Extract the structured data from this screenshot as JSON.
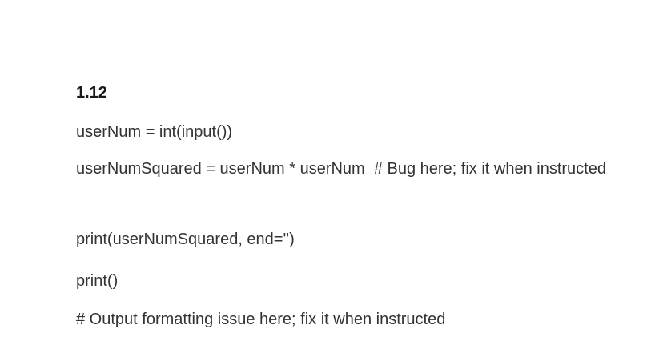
{
  "page": {
    "background_color": "#ffffff",
    "text_color": "#333333",
    "heading_color": "#1a1a1a"
  },
  "document": {
    "section_heading": "1.12",
    "code_lines": [
      "userNum = int(input())",
      "userNumSquared = userNum * userNum  # Bug here; fix it when instructed",
      "",
      "print(userNumSquared, end='')",
      "print()",
      "# Output formatting issue here; fix it when instructed"
    ]
  }
}
